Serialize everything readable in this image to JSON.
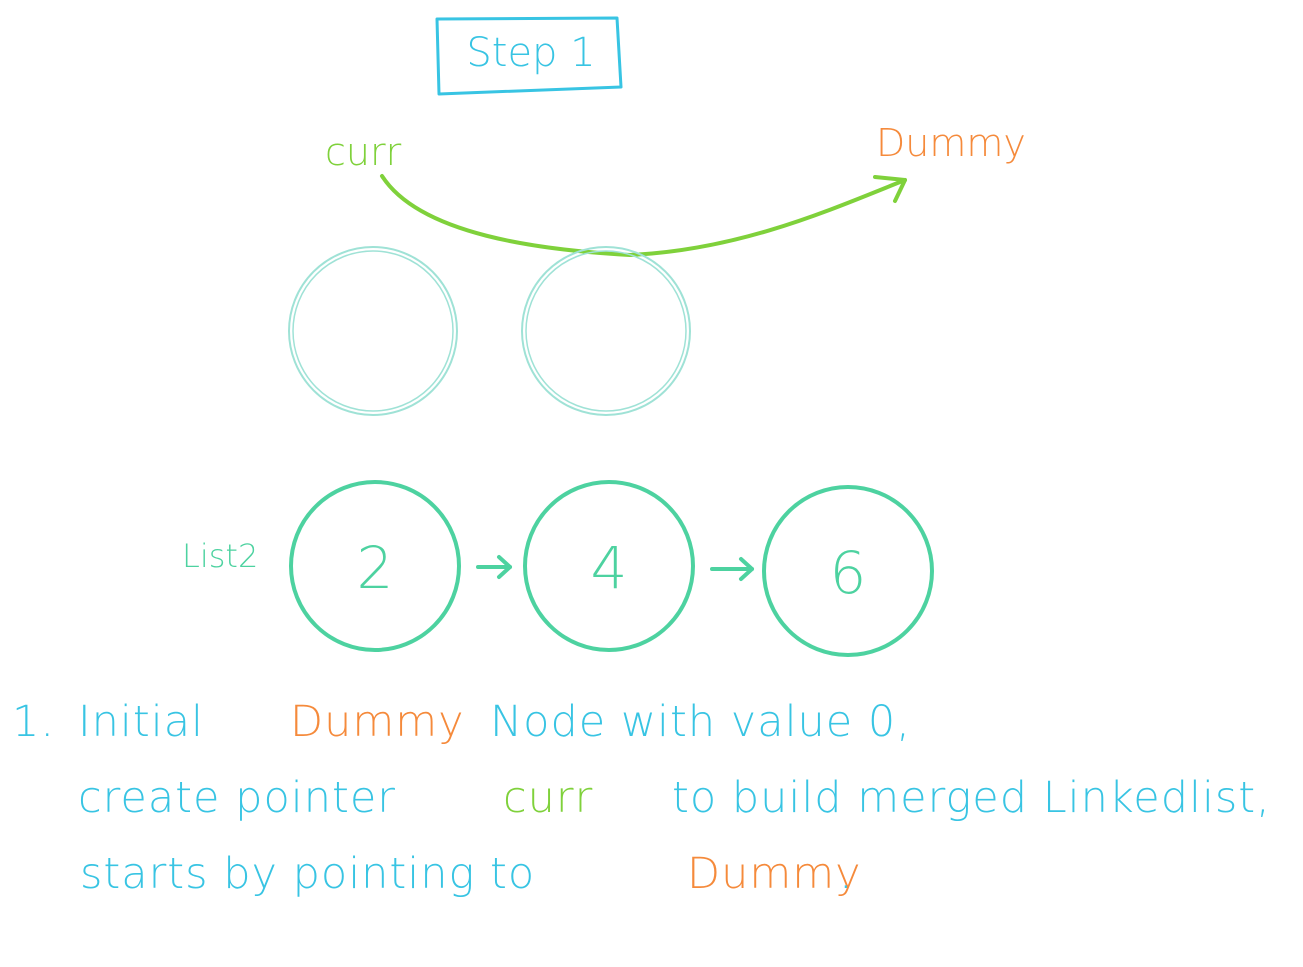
{
  "title": "Step 1",
  "pointer_label": "curr",
  "dummy_label": "Dummy",
  "list_label": "List2",
  "list2_values": [
    "2",
    "4",
    "6"
  ],
  "caption": {
    "l1_num": "1.",
    "l1_a": "Initial",
    "l1_b": "Dummy",
    "l1_c": "Node with value 0,",
    "l2_a": "create pointer",
    "l2_b": "curr",
    "l2_c": "to build merged Linkedlist,",
    "l3_a": "starts by pointing to",
    "l3_b": "Dummy",
    "l3_c": "."
  },
  "colors": {
    "cyan": "#38c4e3",
    "orange": "#f58a3b",
    "green": "#7fd13b",
    "teal": "#4dd2a0",
    "pale_teal": "#9fe2d6"
  }
}
